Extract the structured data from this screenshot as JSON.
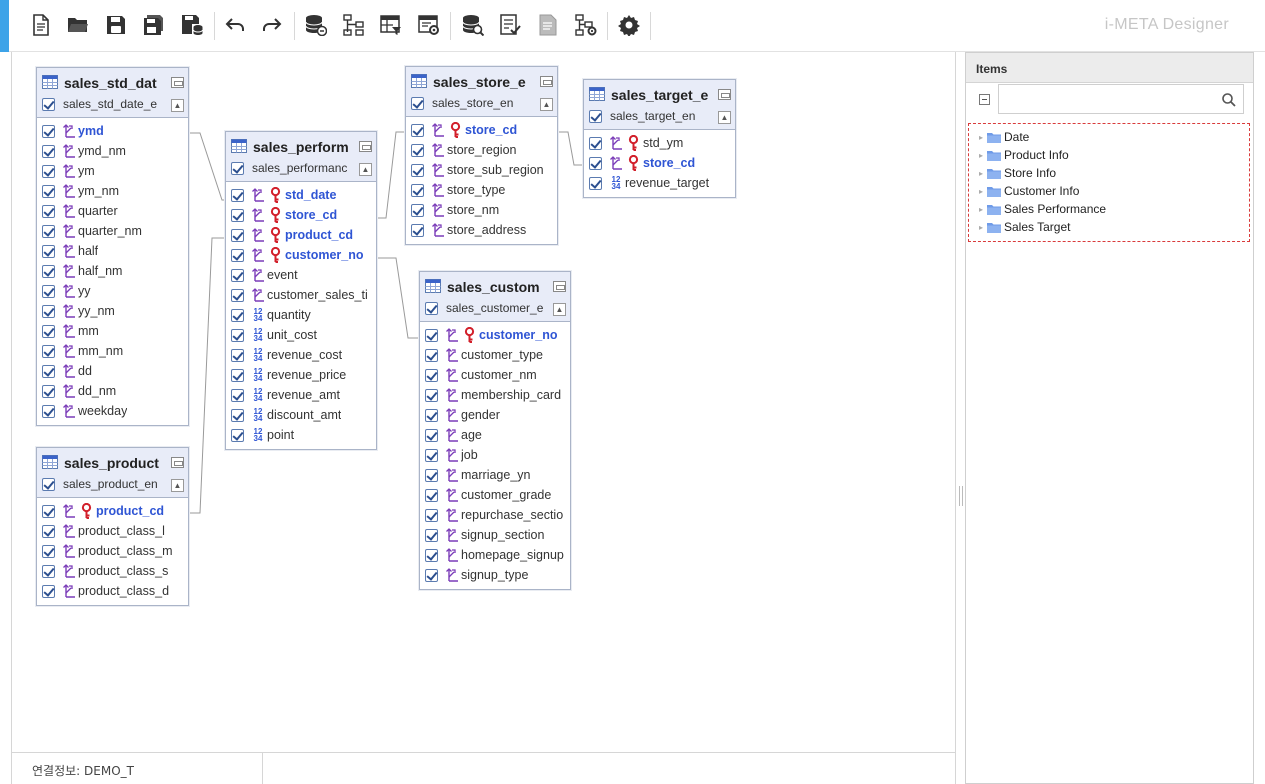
{
  "app": {
    "title": "i-META Designer"
  },
  "status": {
    "connection": "연결정보: DEMO_T"
  },
  "panel": {
    "title": "Items",
    "search_placeholder": "",
    "tree": [
      {
        "label": "Date"
      },
      {
        "label": "Product Info"
      },
      {
        "label": "Store Info"
      },
      {
        "label": "Customer Info"
      },
      {
        "label": "Sales Performance"
      },
      {
        "label": "Sales Target"
      }
    ]
  },
  "toolbar": {
    "buttons": [
      {
        "name": "new-document-button",
        "icon": "new-document-icon"
      },
      {
        "name": "open-folder-button",
        "icon": "open-folder-icon"
      },
      {
        "name": "save-button",
        "icon": "save-icon"
      },
      {
        "name": "save-all-button",
        "icon": "save-all-icon"
      },
      {
        "name": "save-to-db-button",
        "icon": "save-db-icon"
      },
      {
        "name": "undo-button",
        "icon": "undo-icon"
      },
      {
        "name": "redo-button",
        "icon": "redo-icon"
      },
      {
        "name": "db-connection-button",
        "icon": "database-link-icon"
      },
      {
        "name": "tree-structure-button",
        "icon": "hierarchy-icon"
      },
      {
        "name": "table-filter-button",
        "icon": "table-filter-icon"
      },
      {
        "name": "table-settings-button",
        "icon": "table-settings-icon"
      },
      {
        "name": "db-search-button",
        "icon": "database-search-icon"
      },
      {
        "name": "checklist-button",
        "icon": "checklist-icon"
      },
      {
        "name": "document-button",
        "icon": "document-icon"
      },
      {
        "name": "hierarchy-settings-button",
        "icon": "hierarchy-settings-icon"
      },
      {
        "name": "settings-button",
        "icon": "gear-icon"
      }
    ]
  },
  "entities": {
    "sales_std_dat": {
      "title": "sales_std_dat",
      "subtitle": "sales_std_date_e",
      "columns": [
        {
          "name": "ymd",
          "type": "dim",
          "pk": true,
          "key": false
        },
        {
          "name": "ymd_nm",
          "type": "dim"
        },
        {
          "name": "ym",
          "type": "dim"
        },
        {
          "name": "ym_nm",
          "type": "dim"
        },
        {
          "name": "quarter",
          "type": "dim"
        },
        {
          "name": "quarter_nm",
          "type": "dim"
        },
        {
          "name": "half",
          "type": "dim"
        },
        {
          "name": "half_nm",
          "type": "dim"
        },
        {
          "name": "yy",
          "type": "dim"
        },
        {
          "name": "yy_nm",
          "type": "dim"
        },
        {
          "name": "mm",
          "type": "dim"
        },
        {
          "name": "mm_nm",
          "type": "dim"
        },
        {
          "name": "dd",
          "type": "dim"
        },
        {
          "name": "dd_nm",
          "type": "dim"
        },
        {
          "name": "weekday",
          "type": "dim"
        }
      ]
    },
    "sales_product": {
      "title": "sales_product",
      "subtitle": "sales_product_en",
      "columns": [
        {
          "name": "product_cd",
          "type": "dim",
          "pk": true,
          "key": true
        },
        {
          "name": "product_class_l",
          "type": "dim"
        },
        {
          "name": "product_class_m",
          "type": "dim"
        },
        {
          "name": "product_class_s",
          "type": "dim"
        },
        {
          "name": "product_class_d",
          "type": "dim"
        }
      ]
    },
    "sales_perform": {
      "title": "sales_perform",
      "subtitle": "sales_performanc",
      "columns": [
        {
          "name": "std_date",
          "type": "dim",
          "pk": true,
          "key": true
        },
        {
          "name": "store_cd",
          "type": "dim",
          "pk": true,
          "key": true
        },
        {
          "name": "product_cd",
          "type": "dim",
          "pk": true,
          "key": true
        },
        {
          "name": "customer_no",
          "type": "dim",
          "pk": true,
          "key": true
        },
        {
          "name": "event",
          "type": "dim"
        },
        {
          "name": "customer_sales_ti",
          "type": "dim"
        },
        {
          "name": "quantity",
          "type": "num"
        },
        {
          "name": "unit_cost",
          "type": "num"
        },
        {
          "name": "revenue_cost",
          "type": "num"
        },
        {
          "name": "revenue_price",
          "type": "num"
        },
        {
          "name": "revenue_amt",
          "type": "num"
        },
        {
          "name": "discount_amt",
          "type": "num"
        },
        {
          "name": "point",
          "type": "num"
        }
      ]
    },
    "sales_store_e": {
      "title": "sales_store_e",
      "subtitle": "sales_store_en",
      "columns": [
        {
          "name": "store_cd",
          "type": "dim",
          "pk": true,
          "key": true
        },
        {
          "name": "store_region",
          "type": "dim"
        },
        {
          "name": "store_sub_region",
          "type": "dim"
        },
        {
          "name": "store_type",
          "type": "dim"
        },
        {
          "name": "store_nm",
          "type": "dim"
        },
        {
          "name": "store_address",
          "type": "dim"
        }
      ]
    },
    "sales_target_e": {
      "title": "sales_target_e",
      "subtitle": "sales_target_en",
      "columns": [
        {
          "name": "std_ym",
          "type": "dim",
          "pk": false,
          "key": true
        },
        {
          "name": "store_cd",
          "type": "dim",
          "pk": true,
          "key": true
        },
        {
          "name": "revenue_target",
          "type": "num"
        }
      ]
    },
    "sales_custom": {
      "title": "sales_custom",
      "subtitle": "sales_customer_e",
      "columns": [
        {
          "name": "customer_no",
          "type": "dim",
          "pk": true,
          "key": true
        },
        {
          "name": "customer_type",
          "type": "dim"
        },
        {
          "name": "customer_nm",
          "type": "dim"
        },
        {
          "name": "membership_card",
          "type": "dim"
        },
        {
          "name": "gender",
          "type": "dim"
        },
        {
          "name": "age",
          "type": "dim"
        },
        {
          "name": "job",
          "type": "dim"
        },
        {
          "name": "marriage_yn",
          "type": "dim"
        },
        {
          "name": "customer_grade",
          "type": "dim"
        },
        {
          "name": "repurchase_sectio",
          "type": "dim"
        },
        {
          "name": "signup_section",
          "type": "dim"
        },
        {
          "name": "homepage_signup",
          "type": "dim"
        },
        {
          "name": "signup_type",
          "type": "dim"
        }
      ]
    }
  },
  "colors": {
    "accent": "#3da3e8",
    "pk_text": "#2f55d4",
    "key_icon": "#d21f2a",
    "dim_icon": "#7a3bb8",
    "selection_border": "#d93b3b"
  }
}
